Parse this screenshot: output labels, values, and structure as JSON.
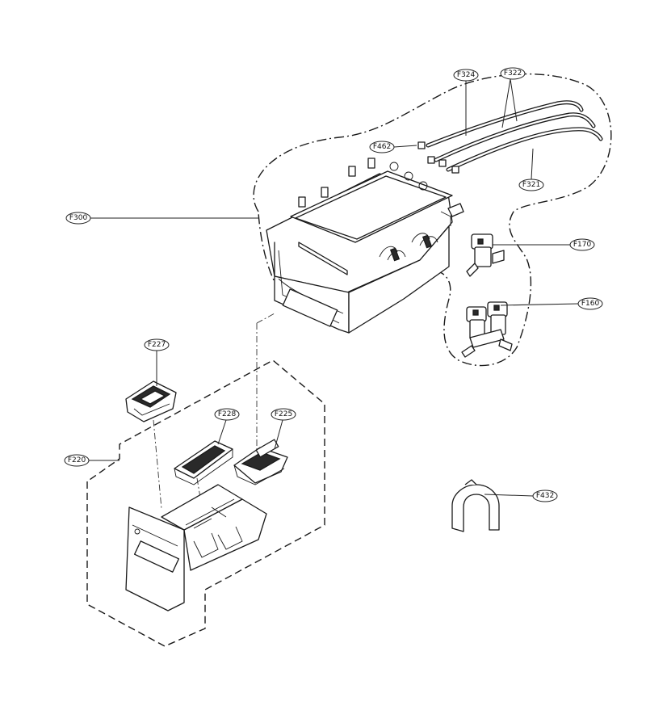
{
  "labels": {
    "f324": "F324",
    "f322": "F322",
    "f462": "F462",
    "f321": "F321",
    "f300": "F300",
    "f170": "F170",
    "f160": "F160",
    "f227": "F227",
    "f228": "F228",
    "f225": "F225",
    "f220": "F220",
    "f432": "F432"
  }
}
